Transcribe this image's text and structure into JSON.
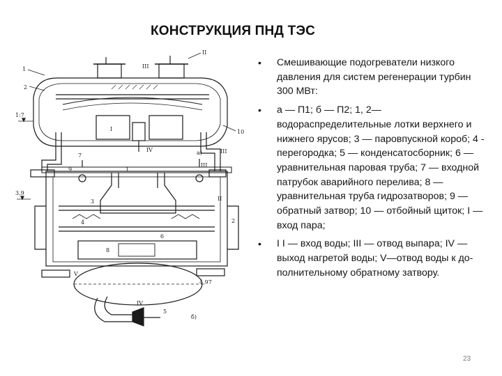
{
  "slide": {
    "title": "КОНСТРУКЦИЯ ПНД ТЭС",
    "bullets": [
      "Смешивающие подогреватели низкого давления для систем регенерации турбин 300 МВт:",
      "а — П1; б — П2; 1, 2— водораспределительные лотки верхнего и нижнего ярусов; 3 — паровпускной короб; 4 - перегородка; 5 — конденсатосборник; 6 — уравнительная паровая труба; 7 — входной патрубок аварийного перелива; 8 — уравнительная труба гидрозатворов; 9 — обратный затвор; 10 — отбойный щиток; I — вход пара;",
      "I I — вход воды; III — отвод выпара; IV — выход нагретой воды; V—отвод воды к до-полнительному обратному затвору."
    ],
    "bullet_symbol": "•",
    "page_number": "23"
  },
  "figure": {
    "labels_top": {
      "a": "1",
      "b": "2",
      "c": "III",
      "d": "II",
      "e": "10",
      "f": "IV",
      "g": "7",
      "h": "I",
      "i": "а)",
      "j": "1:7",
      "k": "III"
    },
    "labels_bottom": {
      "a": "9",
      "b": "III",
      "c": "3",
      "d": "1",
      "e": "4",
      "f": "6",
      "g": "8",
      "h": "V",
      "i": "5",
      "j": "IV",
      "k": "б)",
      "l": "3,9",
      "m": "2",
      "n": "II",
      "o": "4,97"
    }
  }
}
